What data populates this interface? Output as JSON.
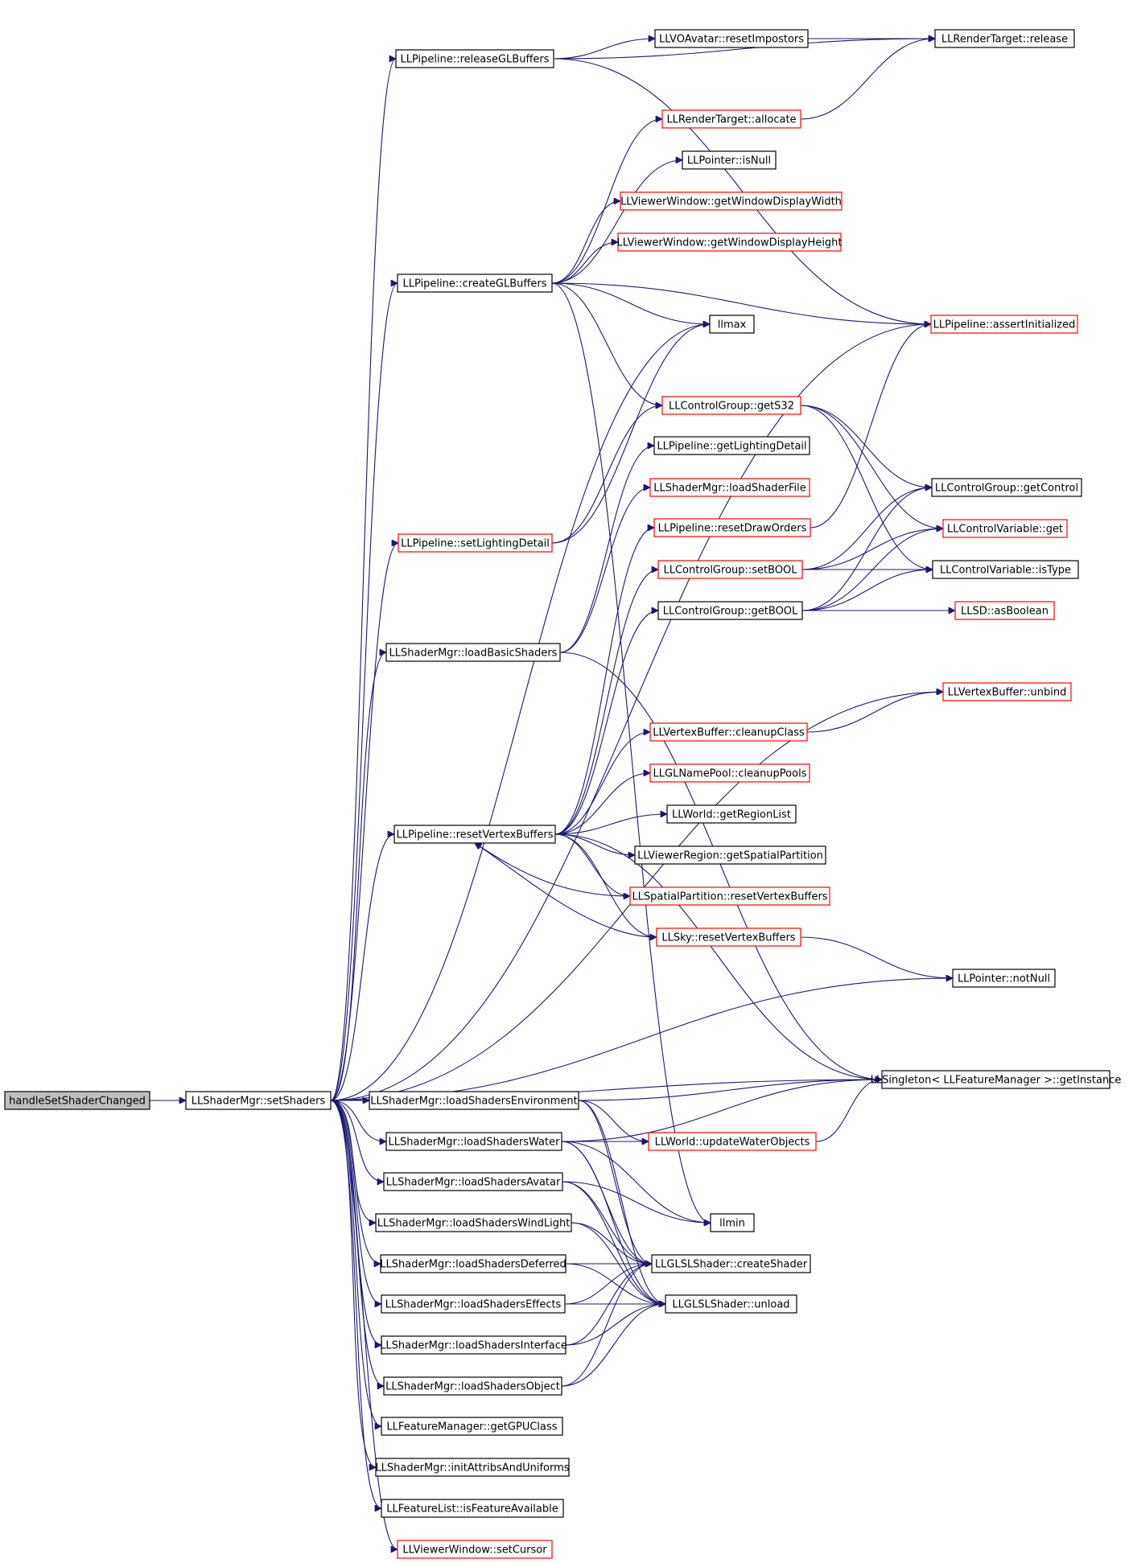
{
  "colors": {
    "edge": "#191970",
    "box_border": "#000000",
    "incomplete_border": "#ff0000",
    "root_fill": "#bfbfbf"
  },
  "nodes": [
    {
      "id": "n0",
      "label": "handleSetShaderChanged",
      "style": "root"
    },
    {
      "id": "n1",
      "label": "LLShaderMgr::setShaders",
      "style": "normal"
    },
    {
      "id": "n2",
      "label": "LLPipeline::releaseGLBuffers",
      "style": "normal"
    },
    {
      "id": "n3",
      "label": "LLVOAvatar::resetImpostors",
      "style": "normal"
    },
    {
      "id": "n4",
      "label": "LLRenderTarget::release",
      "style": "normal"
    },
    {
      "id": "n5",
      "label": "LLRenderTarget::allocate",
      "style": "red"
    },
    {
      "id": "n6",
      "label": "LLPointer::isNull",
      "style": "normal"
    },
    {
      "id": "n7",
      "label": "LLViewerWindow::getWindowDisplayWidth",
      "style": "red"
    },
    {
      "id": "n8",
      "label": "LLViewerWindow::getWindowDisplayHeight",
      "style": "red"
    },
    {
      "id": "n9",
      "label": "LLPipeline::createGLBuffers",
      "style": "normal"
    },
    {
      "id": "n10",
      "label": "llmax",
      "style": "normal"
    },
    {
      "id": "n11",
      "label": "LLPipeline::assertInitialized",
      "style": "red"
    },
    {
      "id": "n12",
      "label": "LLControlGroup::getS32",
      "style": "red"
    },
    {
      "id": "n13",
      "label": "LLPipeline::getLightingDetail",
      "style": "normal"
    },
    {
      "id": "n14",
      "label": "LLShaderMgr::loadShaderFile",
      "style": "red"
    },
    {
      "id": "n15",
      "label": "LLControlGroup::getControl",
      "style": "normal"
    },
    {
      "id": "n16",
      "label": "LLPipeline::resetDrawOrders",
      "style": "red"
    },
    {
      "id": "n17",
      "label": "LLControlVariable::get",
      "style": "red"
    },
    {
      "id": "n18",
      "label": "LLPipeline::setLightingDetail",
      "style": "red"
    },
    {
      "id": "n19",
      "label": "LLControlGroup::setBOOL",
      "style": "red"
    },
    {
      "id": "n20",
      "label": "LLControlVariable::isType",
      "style": "normal"
    },
    {
      "id": "n21",
      "label": "LLControlGroup::getBOOL",
      "style": "normal"
    },
    {
      "id": "n22",
      "label": "LLSD::asBoolean",
      "style": "red"
    },
    {
      "id": "n23",
      "label": "LLShaderMgr::loadBasicShaders",
      "style": "normal"
    },
    {
      "id": "n24",
      "label": "LLVertexBuffer::unbind",
      "style": "red"
    },
    {
      "id": "n25",
      "label": "LLVertexBuffer::cleanupClass",
      "style": "red"
    },
    {
      "id": "n26",
      "label": "LLGLNamePool::cleanupPools",
      "style": "red"
    },
    {
      "id": "n27",
      "label": "LLWorld::getRegionList",
      "style": "normal"
    },
    {
      "id": "n28",
      "label": "LLPipeline::resetVertexBuffers",
      "style": "normal"
    },
    {
      "id": "n29",
      "label": "LLViewerRegion::getSpatialPartition",
      "style": "normal"
    },
    {
      "id": "n30",
      "label": "LLSpatialPartition::resetVertexBuffers",
      "style": "red"
    },
    {
      "id": "n31",
      "label": "LLSky::resetVertexBuffers",
      "style": "red"
    },
    {
      "id": "n32",
      "label": "LLPointer::notNull",
      "style": "normal"
    },
    {
      "id": "n33",
      "label": "LLSingleton< LLFeatureManager >::getInstance",
      "style": "normal"
    },
    {
      "id": "n34",
      "label": "LLShaderMgr::loadShadersEnvironment",
      "style": "normal"
    },
    {
      "id": "n35",
      "label": "LLShaderMgr::loadShadersWater",
      "style": "normal"
    },
    {
      "id": "n36",
      "label": "LLWorld::updateWaterObjects",
      "style": "red"
    },
    {
      "id": "n37",
      "label": "LLShaderMgr::loadShadersAvatar",
      "style": "normal"
    },
    {
      "id": "n38",
      "label": "llmin",
      "style": "normal"
    },
    {
      "id": "n39",
      "label": "LLShaderMgr::loadShadersWindLight",
      "style": "normal"
    },
    {
      "id": "n40",
      "label": "LLShaderMgr::loadShadersDeferred",
      "style": "normal"
    },
    {
      "id": "n41",
      "label": "LLGLSLShader::createShader",
      "style": "normal"
    },
    {
      "id": "n42",
      "label": "LLShaderMgr::loadShadersEffects",
      "style": "normal"
    },
    {
      "id": "n43",
      "label": "LLGLSLShader::unload",
      "style": "normal"
    },
    {
      "id": "n44",
      "label": "LLShaderMgr::loadShadersInterface",
      "style": "normal"
    },
    {
      "id": "n45",
      "label": "LLShaderMgr::loadShadersObject",
      "style": "normal"
    },
    {
      "id": "n46",
      "label": "LLFeatureManager::getGPUClass",
      "style": "normal"
    },
    {
      "id": "n47",
      "label": "LLShaderMgr::initAttribsAndUniforms",
      "style": "normal"
    },
    {
      "id": "n48",
      "label": "LLFeatureList::isFeatureAvailable",
      "style": "normal"
    },
    {
      "id": "n49",
      "label": "LLViewerWindow::setCursor",
      "style": "red"
    }
  ],
  "edges": [
    [
      "n0",
      "n1"
    ],
    [
      "n1",
      "n2"
    ],
    [
      "n1",
      "n9"
    ],
    [
      "n1",
      "n18"
    ],
    [
      "n1",
      "n23"
    ],
    [
      "n1",
      "n28"
    ],
    [
      "n1",
      "n10"
    ],
    [
      "n1",
      "n11"
    ],
    [
      "n1",
      "n24"
    ],
    [
      "n1",
      "n32"
    ],
    [
      "n1",
      "n33"
    ],
    [
      "n1",
      "n34"
    ],
    [
      "n1",
      "n35"
    ],
    [
      "n1",
      "n37"
    ],
    [
      "n1",
      "n39"
    ],
    [
      "n1",
      "n40"
    ],
    [
      "n1",
      "n42"
    ],
    [
      "n1",
      "n44"
    ],
    [
      "n1",
      "n45"
    ],
    [
      "n1",
      "n46"
    ],
    [
      "n1",
      "n47"
    ],
    [
      "n1",
      "n48"
    ],
    [
      "n1",
      "n49"
    ],
    [
      "n2",
      "n3"
    ],
    [
      "n2",
      "n4"
    ],
    [
      "n2",
      "n11"
    ],
    [
      "n3",
      "n4"
    ],
    [
      "n5",
      "n4"
    ],
    [
      "n9",
      "n5"
    ],
    [
      "n9",
      "n6"
    ],
    [
      "n9",
      "n7"
    ],
    [
      "n9",
      "n8"
    ],
    [
      "n9",
      "n10"
    ],
    [
      "n9",
      "n11"
    ],
    [
      "n9",
      "n12"
    ],
    [
      "n9",
      "n38"
    ],
    [
      "n12",
      "n15"
    ],
    [
      "n12",
      "n17"
    ],
    [
      "n12",
      "n20"
    ],
    [
      "n16",
      "n11"
    ],
    [
      "n18",
      "n12"
    ],
    [
      "n18",
      "n10"
    ],
    [
      "n19",
      "n15"
    ],
    [
      "n19",
      "n17"
    ],
    [
      "n19",
      "n20"
    ],
    [
      "n21",
      "n15"
    ],
    [
      "n21",
      "n17"
    ],
    [
      "n21",
      "n20"
    ],
    [
      "n21",
      "n22"
    ],
    [
      "n23",
      "n13"
    ],
    [
      "n23",
      "n14"
    ],
    [
      "n23",
      "n33"
    ],
    [
      "n25",
      "n24"
    ],
    [
      "n28",
      "n16"
    ],
    [
      "n28",
      "n19"
    ],
    [
      "n28",
      "n21"
    ],
    [
      "n28",
      "n25"
    ],
    [
      "n28",
      "n26"
    ],
    [
      "n28",
      "n27"
    ],
    [
      "n28",
      "n29"
    ],
    [
      "n28",
      "n30"
    ],
    [
      "n28",
      "n31"
    ],
    [
      "n28",
      "n33"
    ],
    [
      "n30",
      "n28"
    ],
    [
      "n31",
      "n28"
    ],
    [
      "n31",
      "n32"
    ],
    [
      "n34",
      "n33"
    ],
    [
      "n34",
      "n36"
    ],
    [
      "n34",
      "n41"
    ],
    [
      "n34",
      "n43"
    ],
    [
      "n35",
      "n36"
    ],
    [
      "n35",
      "n33"
    ],
    [
      "n35",
      "n38"
    ],
    [
      "n35",
      "n41"
    ],
    [
      "n35",
      "n43"
    ],
    [
      "n36",
      "n33"
    ],
    [
      "n37",
      "n38"
    ],
    [
      "n37",
      "n41"
    ],
    [
      "n37",
      "n43"
    ],
    [
      "n39",
      "n41"
    ],
    [
      "n39",
      "n43"
    ],
    [
      "n40",
      "n41"
    ],
    [
      "n40",
      "n43"
    ],
    [
      "n42",
      "n41"
    ],
    [
      "n42",
      "n43"
    ],
    [
      "n44",
      "n41"
    ],
    [
      "n44",
      "n43"
    ],
    [
      "n45",
      "n41"
    ],
    [
      "n45",
      "n43"
    ]
  ]
}
